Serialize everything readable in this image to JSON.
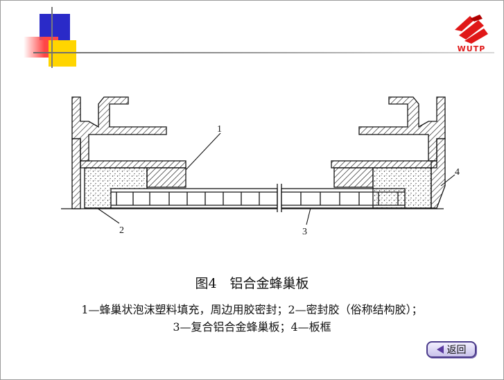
{
  "logo": {
    "text": "WUTP"
  },
  "diagram": {
    "labels": {
      "one": "1",
      "two": "2",
      "three": "3",
      "four": "4"
    }
  },
  "caption": {
    "title": "图4　铝合金蜂巢板",
    "line1": "1—蜂巢状泡沫塑料填充，周边用胶密封；2—密封胶（俗称结构胶）；",
    "line2": "3—复合铝合金蜂巢板；4—板框"
  },
  "nav": {
    "back_label": "返回"
  }
}
